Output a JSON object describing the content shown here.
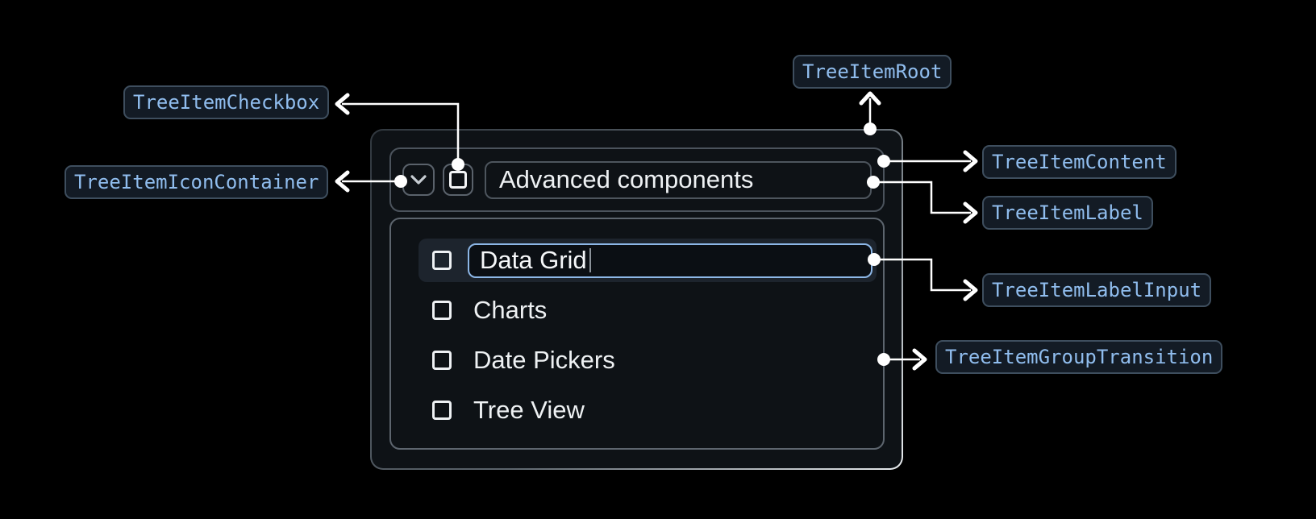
{
  "badges": {
    "checkbox": "TreeItemCheckbox",
    "icon_container": "TreeItemIconContainer",
    "root": "TreeItemRoot",
    "content": "TreeItemContent",
    "label": "TreeItemLabel",
    "label_input": "TreeItemLabelInput",
    "group_transition": "TreeItemGroupTransition"
  },
  "tree": {
    "parent_label": "Advanced components",
    "children": [
      {
        "label": "Data Grid",
        "state": "editing",
        "checked": false
      },
      {
        "label": "Charts",
        "checked": false
      },
      {
        "label": "Date Pickers",
        "checked": false
      },
      {
        "label": "Tree View",
        "checked": false
      }
    ]
  },
  "icons": {
    "expand": "chevron-down-icon",
    "parent_checkbox": "checkbox-unchecked-icon",
    "child_checkbox": "checkbox-unchecked-icon",
    "caret": "text-caret"
  },
  "colors": {
    "page_bg": "#000000",
    "badge_bg": "#131b25",
    "badge_border": "#3e4e5e",
    "badge_text": "#90bdee",
    "panel_bg": "#0e1216",
    "panel_border": "#5d656e",
    "row_highlight": "#1d242d",
    "input_focus_border": "#8db7e7",
    "label_text": "#eef1f3",
    "arrow": "#ffffff"
  }
}
